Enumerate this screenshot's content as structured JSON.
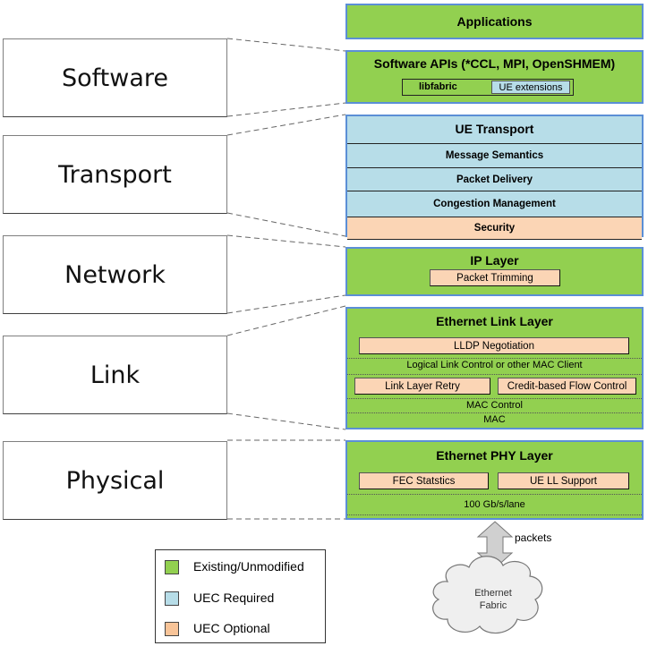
{
  "legend_colors": {
    "existing": "#92d050",
    "required": "#b7dde8",
    "optional": "#fbd5b5",
    "border": "#5b8fd6"
  },
  "left_layers": [
    "Software",
    "Transport",
    "Network",
    "Link",
    "Physical"
  ],
  "applications": {
    "title": "Applications"
  },
  "software": {
    "title": "Software APIs (*CCL, MPI, OpenSHMEM)",
    "libfabric": "libfabric",
    "ue_ext": "UE extensions"
  },
  "transport": {
    "title": "UE Transport",
    "rows": [
      "Message Semantics",
      "Packet Delivery",
      "Congestion Management",
      "Security"
    ]
  },
  "network": {
    "title": "IP Layer",
    "chip": "Packet Trimming"
  },
  "link": {
    "title": "Ethernet Link Layer",
    "lldp": "LLDP Negotiation",
    "llc": "Logical Link Control or other MAC Client",
    "retry": "Link Layer Retry",
    "cbfc": "Credit-based Flow Control",
    "mac_control": "MAC Control",
    "mac": "MAC"
  },
  "phy": {
    "title": "Ethernet PHY Layer",
    "fec": "FEC Statstics",
    "uell": "UE LL Support",
    "lane": "100 Gb/s/lane"
  },
  "packets_label": "packets",
  "cloud": {
    "line1": "Ethernet",
    "line2": "Fabric"
  },
  "legend": [
    {
      "label": "Existing/Unmodified",
      "key": "existing"
    },
    {
      "label": "UEC Required",
      "key": "required"
    },
    {
      "label": "UEC Optional",
      "key": "optional"
    }
  ]
}
